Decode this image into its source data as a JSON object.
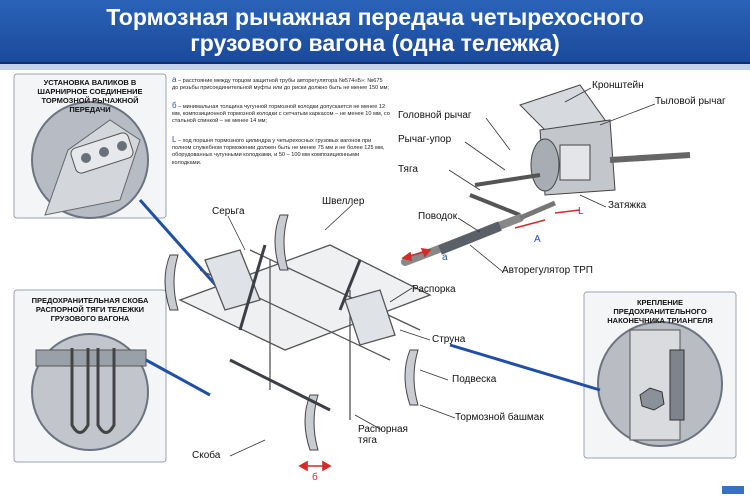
{
  "title": {
    "line1": "Тормозная рычажная передача четырехосного",
    "line2": "грузового вагона (одна тележка)"
  },
  "panels": {
    "top_left_title": "УСТАНОВКА ВАЛИКОВ В ШАРНИРНОЕ СОЕДИНЕНИЕ ТОРМОЗНОЙ РЫЧАЖНОЙ ПЕРЕДАЧИ",
    "bottom_left_title": "ПРЕДОХРАНИТЕЛЬНАЯ СКОБА РАСПОРНОЙ ТЯГИ ТЕЛЕЖКИ ГРУЗОВОГО ВАГОНА",
    "right_title": "КРЕПЛЕНИЕ ПРЕДОХРАНИТЕЛЬНОГО НАКОНЕЧНИКА ТРИАНГЕЛЯ"
  },
  "notes": [
    {
      "symbol": "а",
      "text": " – расстояние между торцом защитной трубы авторегулятора №574«Б»: №675 до резьбы присоединительной муфты или до риски должно быть не менее 150 мм;"
    },
    {
      "symbol": "б",
      "text": " – минимальная толщина чугунной тормозной колодки допускается не менее 12 мм, композиционной тормозной колодки с сетчатым каркасом – не менее 10 мм, со стальной спинкой – не менее 14 мм;"
    },
    {
      "symbol": "L",
      "text": " – ход поршня тормозного цилиндра у четырехосных грузовых вагонов при полном служебном торможении должен быть не менее 75 мм и не более 125 мм, оборудованных чугунными колодками, и 50 – 100 мм композиционными колодками."
    }
  ],
  "labels": {
    "kronshtein": "Кронштейн",
    "tylovoy": "Тыловой рычаг",
    "golovnoy": "Головной рычаг",
    "rychag_upor": "Рычаг-упор",
    "tyaga": "Тяга",
    "zatyazhka": "Затяжка",
    "povodok": "Поводок",
    "avtoregulyator": "Авторегулятор ТРП",
    "shveller": "Швеллер",
    "serga": "Серьга",
    "rasporka": "Распорка",
    "struna": "Струна",
    "podveska": "Подвеска",
    "raspornaya": "Распорная тяга",
    "tormoznoy_bashmak": "Тормозной башмак",
    "skoba": "Скоба"
  },
  "marks": {
    "a": "а",
    "A": "A",
    "L": "L",
    "b": "б"
  },
  "colors": {
    "banner": "#1f55aa",
    "accent": "#2452b5",
    "dimension": "#d42a2a"
  }
}
